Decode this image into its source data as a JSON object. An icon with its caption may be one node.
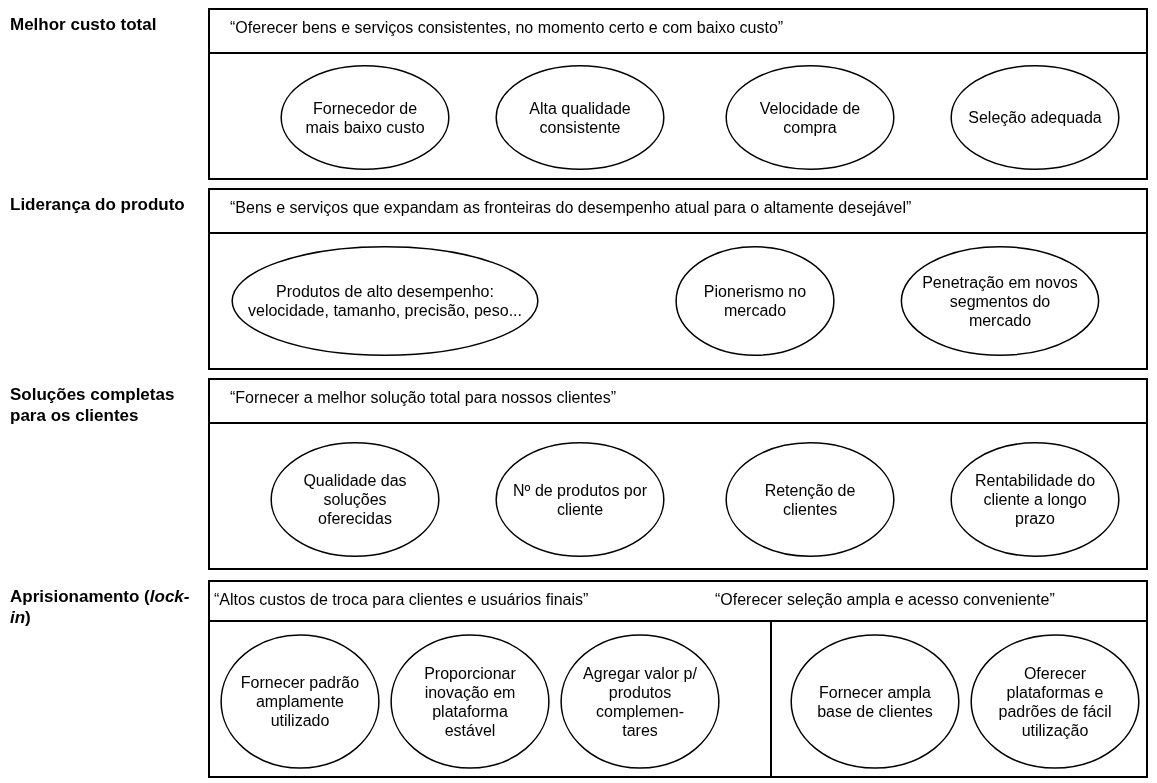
{
  "diagram": {
    "nodes": [
      {
        "text": [
          "Melhor custo total",
          "“Oferecer bens e serviços consistentes, no momento certo e com baixo custo”"
        ]
      },
      {
        "text": [
          "Fornecedor de mais baixo custo"
        ],
        "in": 0
      },
      {
        "text": [
          "Alta qualidade consistente"
        ],
        "in": 0
      },
      {
        "text": [
          "Velocidade de compra"
        ],
        "in": 0
      },
      {
        "text": [
          "Seleção adequada"
        ],
        "in": 0
      },
      {
        "text": [
          "Liderança do produto",
          "“Bens e serviços que expandam as fronteiras do desempenho atual para o altamente desejável”"
        ]
      },
      {
        "text": [
          "Produtos de alto desempenho: velocidade, tamanho, precisão, peso..."
        ],
        "in": 5
      },
      {
        "text": [
          "Pionerismo no mercado"
        ],
        "in": 5
      },
      {
        "text": [
          "Penetração em novos segmentos do mercado"
        ],
        "in": 5
      },
      {
        "text": [
          "Soluções completas para os clientes",
          "“Fornecer a melhor solução total para nossos clientes”"
        ]
      },
      {
        "text": [
          "Qualidade das soluções oferecidas"
        ],
        "in": 9
      },
      {
        "text": [
          "Nº de produtos por cliente"
        ],
        "in": 9
      },
      {
        "text": [
          "Retenção de clientes"
        ],
        "in": 9
      },
      {
        "text": [
          "Rentabilidade do cliente a longo prazo"
        ],
        "in": 9
      },
      {
        "text": [
          "Aprisionamento (*lock-in*)",
          "“Altos custos de troca para clientes e usuários finais”",
          "“Oferecer seleção ampla e acesso conveniente”"
        ]
      },
      {
        "text": [
          "Fornecer padrão amplamente utilizado"
        ],
        "in": 14
      },
      {
        "text": [
          "Proporcionar inovação em plataforma estável"
        ],
        "in": 14
      },
      {
        "text": [
          "Agregar valor p/ produtos complemen- tares"
        ],
        "in": 14
      },
      {
        "text": [
          "Fornecer ampla base de clientes"
        ],
        "in": 14
      },
      {
        "text": [
          "Oferecer plataformas e padrões de fácil utilização"
        ],
        "in": 14
      }
    ],
    "edges": []
  }
}
